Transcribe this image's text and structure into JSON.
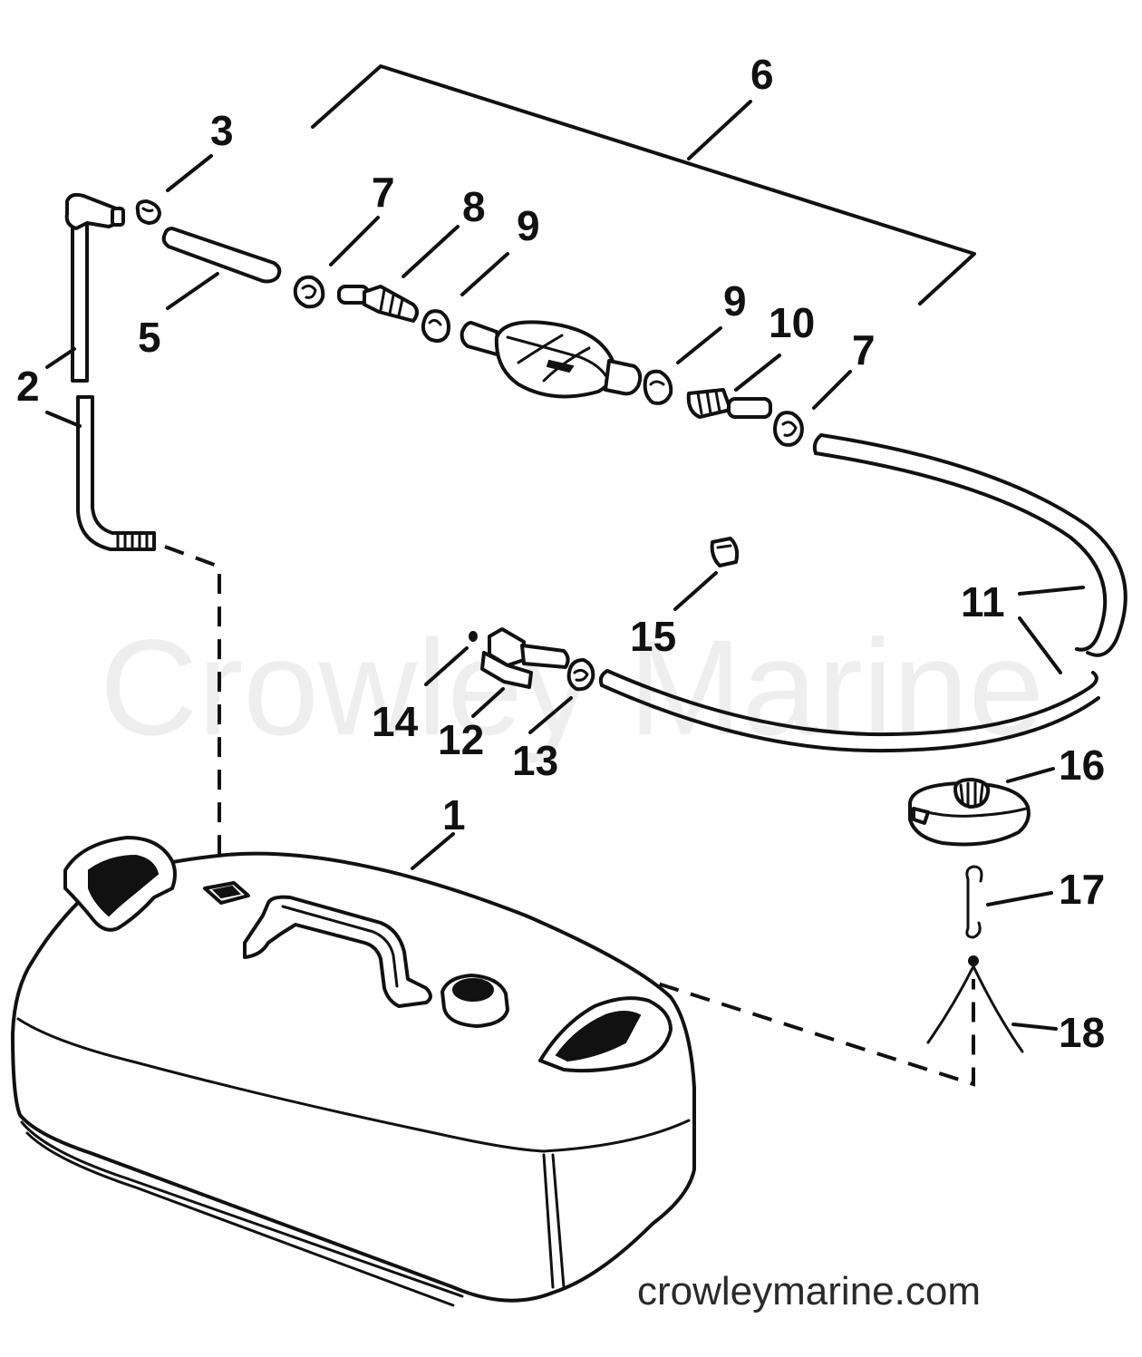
{
  "watermark": "Crowley Marine",
  "site_url": "crowleymarine.com",
  "callouts": {
    "c1": "1",
    "c2": "2",
    "c3": "3",
    "c5": "5",
    "c6": "6",
    "c7a": "7",
    "c7b": "7",
    "c8": "8",
    "c9a": "9",
    "c9b": "9",
    "c10": "10",
    "c11": "11",
    "c12": "12",
    "c13": "13",
    "c14": "14",
    "c15": "15",
    "c16": "16",
    "c17": "17",
    "c18": "18"
  }
}
